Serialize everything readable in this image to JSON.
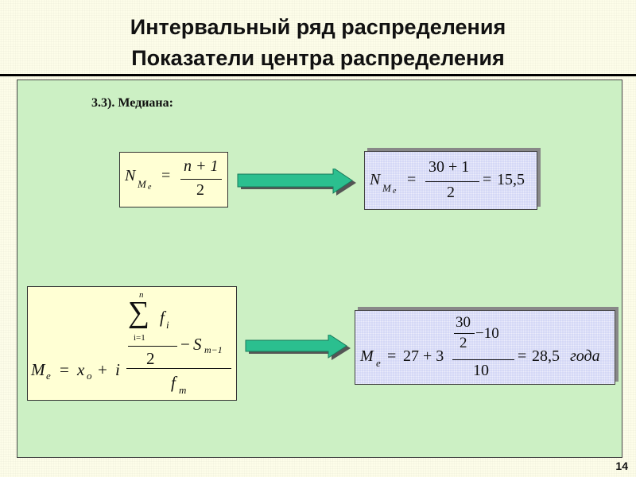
{
  "header": {
    "title_line1": "Интервальный ряд распределения",
    "title_line2": "Показатели центра распределения"
  },
  "section": {
    "subtitle": "3.3).  Медиана:"
  },
  "formula1": {
    "lhs": "N",
    "lhs_sub": "M",
    "lhs_sub2": "e",
    "eq": "=",
    "numerator": "n + 1",
    "denominator": "2"
  },
  "result1": {
    "lhs": "N",
    "lhs_sub": "M",
    "lhs_sub2": "e",
    "eq": "=",
    "numerator": "30 + 1",
    "denominator": "2",
    "eq2": "=",
    "value": "15,5"
  },
  "formula2": {
    "lhs": "M",
    "lhs_sub": "e",
    "eq": "=",
    "x": "x",
    "x_sub": "o",
    "plus": "+",
    "i": "i",
    "sum_upper": "n",
    "sum_symbol": "∑",
    "sum_lower": "i=1",
    "f_i": "f",
    "f_i_sub": "i",
    "inner_denominator": "2",
    "minus": "−",
    "S": "S",
    "S_sub": "m−1",
    "f_m": "f",
    "f_m_sub": "m"
  },
  "result2": {
    "lhs": "M",
    "lhs_sub": "e",
    "eq": "=",
    "const": "27 + 3",
    "inner_num": "30",
    "inner_den": "2",
    "minus10": "−10",
    "denominator": "10",
    "eq2": "=",
    "value": "28,5",
    "unit": "года"
  },
  "footer": {
    "page_number": "14"
  },
  "colors": {
    "panel": "#ccf0c4",
    "formula_box": "#ffffd4",
    "result_box": "#d4d8f6",
    "arrow": "#2bbf8f"
  }
}
